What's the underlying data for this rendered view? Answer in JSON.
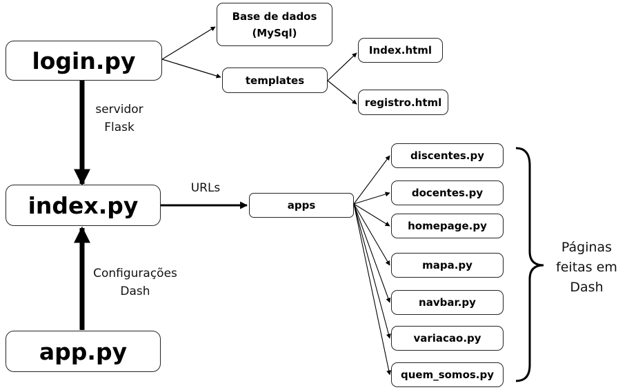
{
  "main_nodes": {
    "login": "login.py",
    "index": "index.py",
    "app": "app.py"
  },
  "nodes": {
    "base_de_dados": "Base de dados\n(MySql)",
    "templates": "templates",
    "index_html": "Index.html",
    "registro_html": "registro.html",
    "apps": "apps"
  },
  "dash_pages": [
    "discentes.py",
    "docentes.py",
    "homepage.py",
    "mapa.py",
    "navbar.py",
    "variacao.py",
    "quem_somos.py"
  ],
  "edge_labels": {
    "servidor_flask": "servidor\nFlask",
    "urls": "URLs",
    "configuracoes_dash": "Configurações\nDash"
  },
  "brace_label": "Páginas\nfeitas em\nDash"
}
